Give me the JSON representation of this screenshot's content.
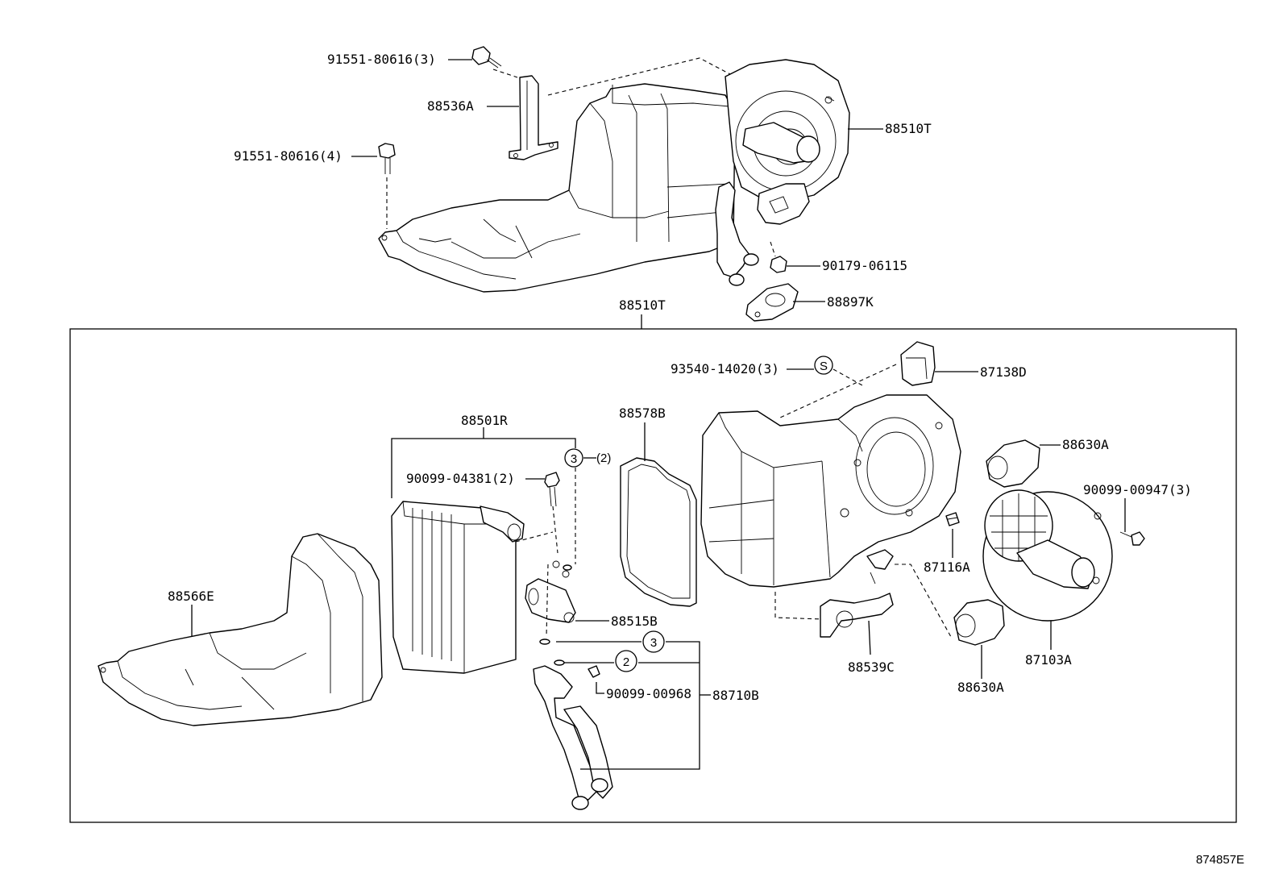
{
  "diagram": {
    "figure_id": "874857E",
    "upper_assembly": {
      "bolt_a": "91551-80616(3)",
      "bracket": "88536A",
      "bolt_b": "91551-80616(4)",
      "unit": "88510T",
      "nut": "90179-06115",
      "grommet": "88897K"
    },
    "lower_assembly": {
      "unit": "88510T",
      "screw_s": "93540-14020(3)",
      "s_symbol": "S",
      "resistor": "87138D",
      "evaporator": "88501R",
      "circle_3_top": "3",
      "circle_3_top_qty": "(2)",
      "bolt_evap": "90099-04381(2)",
      "seal": "88578B",
      "case": "88566E",
      "expansion_valve": "88515B",
      "circle_3": "3",
      "circle_2": "2",
      "bolt_small": "90099-00968",
      "tube": "88710B",
      "motor_cover_top": "88630A",
      "screw_motor": "90099-00947(3)",
      "clip": "87116A",
      "hose": "88539C",
      "motor_cover_bottom": "88630A",
      "blower_motor": "87103A"
    }
  }
}
